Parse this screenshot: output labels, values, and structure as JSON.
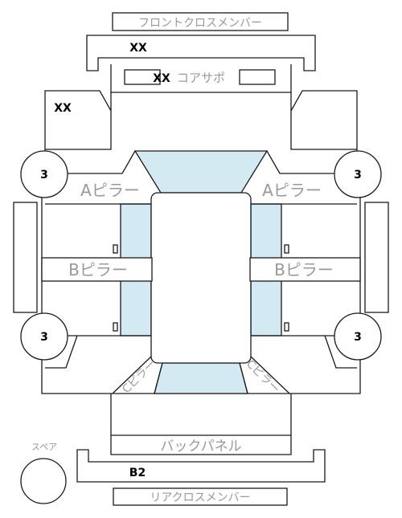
{
  "labels": {
    "front_cross_member": "フロントクロスメンバー",
    "front_cross_member_code": "XX",
    "core_support": "コアサポ",
    "core_support_code": "XX",
    "left_fender_code": "XX",
    "a_pillar_left": "Aピラー",
    "a_pillar_right": "Aピラー",
    "b_pillar_left": "Bピラー",
    "b_pillar_right": "Bピラー",
    "c_pillar_left": "Cピラー",
    "c_pillar_right": "Cピラー",
    "back_panel": "バックパネル",
    "spare": "スペア",
    "rear_cross_member_code": "B2",
    "rear_cross_member": "リアクロスメンバー"
  },
  "wheels": {
    "front_left": "3",
    "front_right": "3",
    "rear_left": "3",
    "rear_right": "3"
  },
  "colors": {
    "glass": "#d4eaf2",
    "gray_label": "#999999"
  }
}
